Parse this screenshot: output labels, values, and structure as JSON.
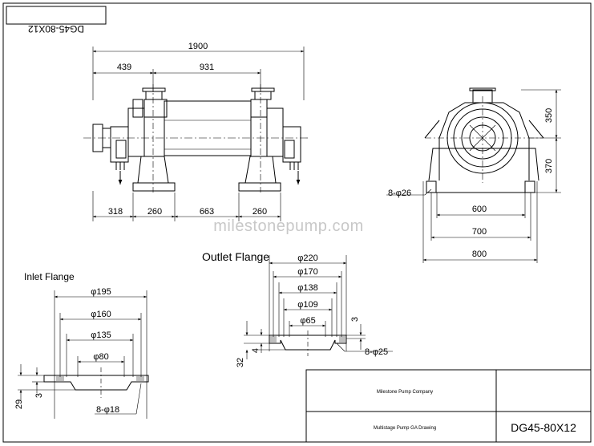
{
  "title_box": {
    "model_mirrored": "DG45-80X12"
  },
  "front_view": {
    "dims": {
      "overall": "1900",
      "left_offset": "439",
      "center": "931",
      "bottom_left": "318",
      "foot_left": "260",
      "foot_span": "663",
      "foot_right": "260"
    }
  },
  "side_view": {
    "dims": {
      "upper_height": "350",
      "lower_height": "370",
      "bolt_holes": "8-φ26",
      "w600": "600",
      "w700": "700",
      "w800": "800"
    }
  },
  "inlet_flange": {
    "title": "Inlet Flange",
    "dims": {
      "d195": "φ195",
      "d160": "φ160",
      "d135": "φ135",
      "d80": "φ80",
      "h29": "29",
      "h3": "3",
      "holes": "8-φ18"
    }
  },
  "outlet_flange": {
    "title": "Outlet Flange",
    "dims": {
      "d220": "φ220",
      "d170": "φ170",
      "d138": "φ138",
      "d109": "φ109",
      "d65": "φ65",
      "h32": "32",
      "h4": "4",
      "h3": "3",
      "holes": "8-φ25"
    }
  },
  "watermark": "milestonepump.com",
  "title_block": {
    "company": "Milestone Pump Company",
    "drawing_name": "Multistage Pump GA Drawing",
    "model": "DG45-80X12"
  }
}
